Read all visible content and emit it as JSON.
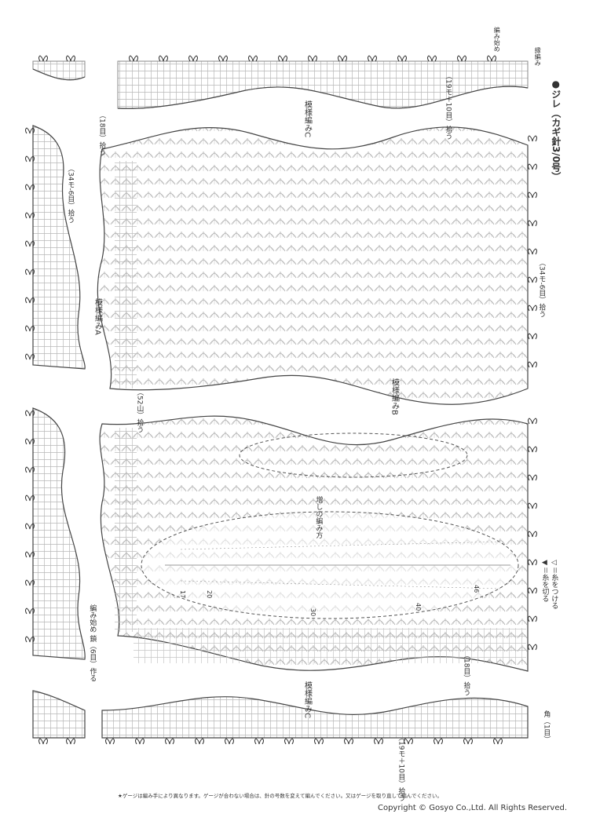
{
  "title": "●ジレ（カギ針3/0号）",
  "labels": {
    "start_knit": "編み始め",
    "edge_knit": "縁編み",
    "pick_top_right": "（19モ＋10目）拾う",
    "pick_top_left": "（18目）拾う",
    "pattern_c_top": "模様編みC",
    "pick_left": "（34モ-6目）拾う",
    "pick_right": "（34モ-6目）拾う",
    "pattern_a": "模様編みA",
    "pick_52": "（52山）拾う",
    "pattern_b": "模様編みB",
    "how_to_knit": "増しの編み方",
    "attach_legend": "◁＝糸をつける",
    "cut_legend": "◀＝糸を切る",
    "chain_start": "編み始め 鎖（6目）作る",
    "pick_bottom": "（18目）拾う",
    "pattern_c_bottom": "模様編みC",
    "corner": "角（1目）",
    "pick_bottom_right": "（19モ＋10目）拾う"
  },
  "row_markers": [
    "17",
    "20",
    "30",
    "40",
    "46"
  ],
  "note": "★ゲージは編み手により異なります。ゲージが合わない場合は、針の号数を変えて編んでください。又はゲージを取り直して編んでください。",
  "copyright": "Copyright © Gosyo Co.,Ltd. All Rights Reserved."
}
